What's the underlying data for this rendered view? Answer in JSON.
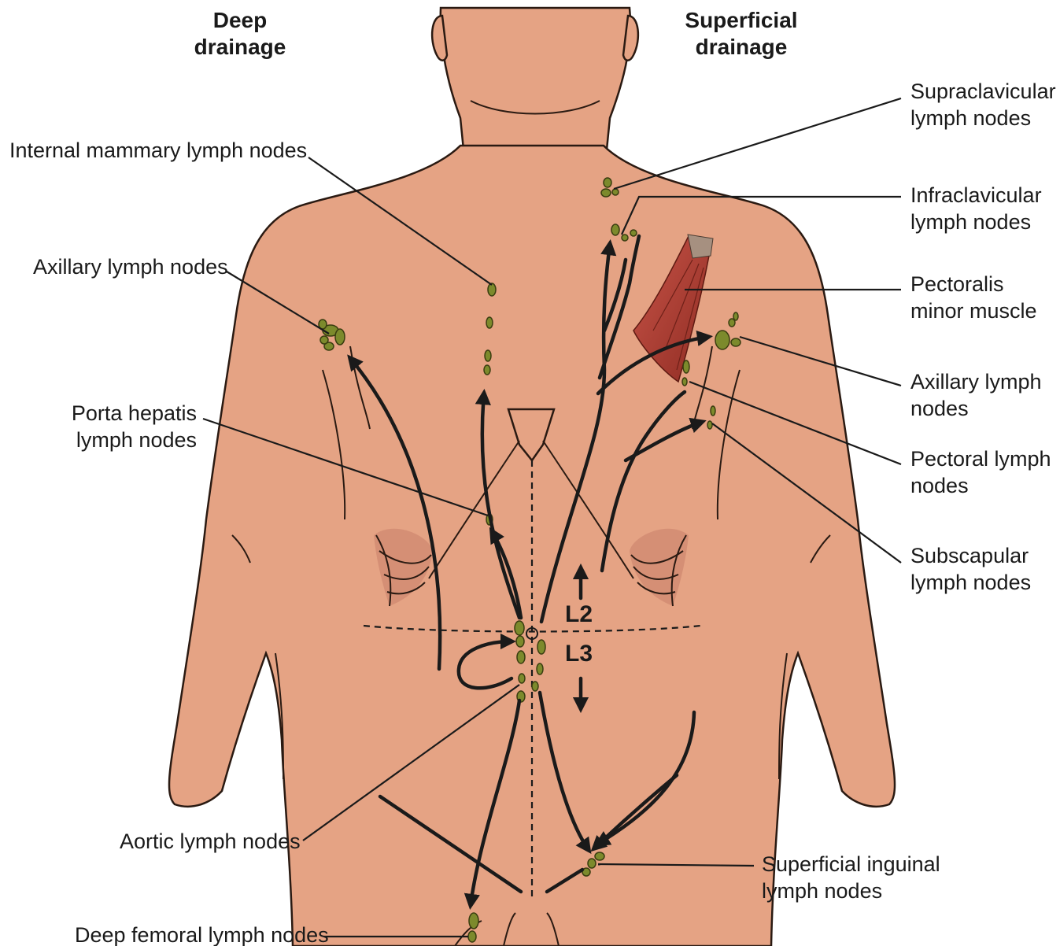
{
  "headings": {
    "deep": [
      "Deep",
      "drainage"
    ],
    "superficial": [
      "Superficial",
      "drainage"
    ]
  },
  "labels": {
    "internal_mammary": [
      "Internal mammary lymph nodes"
    ],
    "axillary_left": [
      "Axillary lymph nodes"
    ],
    "porta_hepatis": [
      "Porta hepatis",
      "lymph nodes"
    ],
    "aortic": [
      "Aortic lymph nodes"
    ],
    "deep_femoral": [
      "Deep femoral lymph nodes"
    ],
    "supraclavicular": [
      "Supraclavicular",
      "lymph nodes"
    ],
    "infraclavicular": [
      "Infraclavicular",
      "lymph nodes"
    ],
    "pectoralis_minor": [
      "Pectoralis",
      "minor muscle"
    ],
    "axillary_right": [
      "Axillary lymph",
      "nodes"
    ],
    "pectoral": [
      "Pectoral lymph",
      "nodes"
    ],
    "subscapular": [
      "Subscapular",
      "lymph nodes"
    ],
    "superficial_inguinal": [
      "Superficial inguinal",
      "lymph nodes"
    ]
  },
  "levels": {
    "upper": "L2",
    "lower": "L3"
  },
  "colors": {
    "skin": "#e5a384",
    "outline": "#2a1a12",
    "lymph_node": "#7c8a2c",
    "muscle": "#b8433a",
    "ink": "#1a1a1a"
  }
}
